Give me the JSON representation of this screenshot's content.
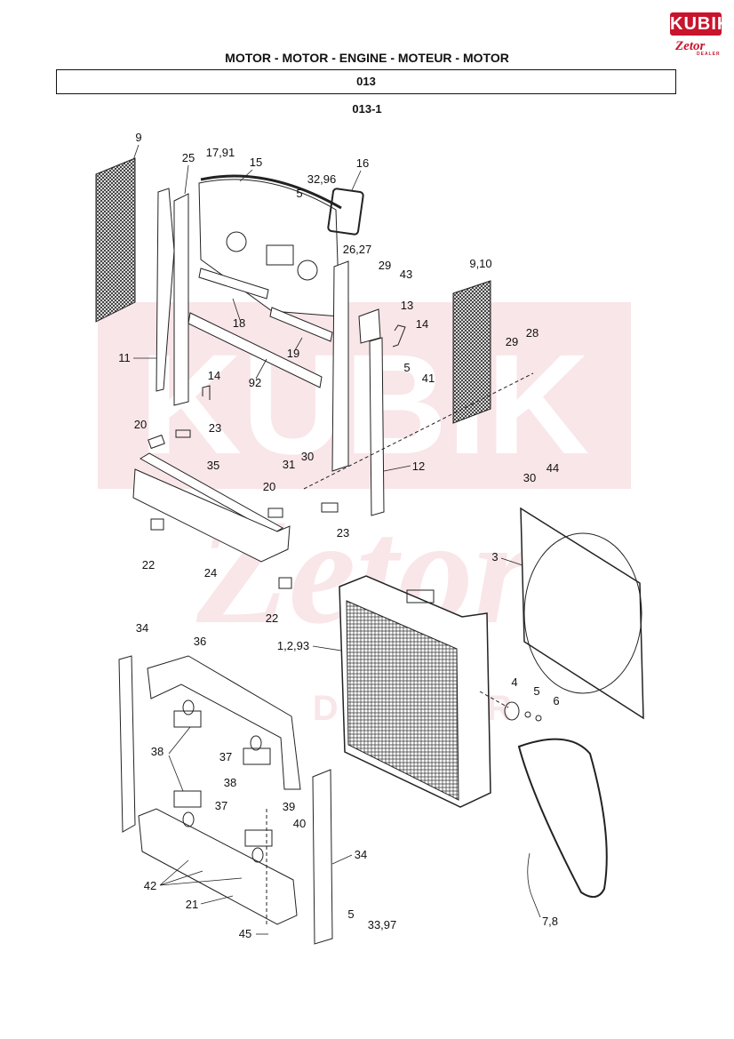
{
  "logo": {
    "brand": "KUBIK",
    "sub": "Zetor",
    "dealer": "DEALER"
  },
  "header": {
    "title": "MOTOR - MOTOR - ENGINE - MOTEUR - MOTOR",
    "section": "013",
    "subsection": "013-1"
  },
  "watermark": {
    "brand": "KUBIK",
    "sub": "Zetor",
    "dealer": "DEALER"
  },
  "callouts": {
    "c9": "9",
    "c25": "25",
    "c1791": "17,91",
    "c15": "15",
    "c3296": "32,96",
    "c16": "16",
    "c5a": "5",
    "c2627": "26,27",
    "c29a": "29",
    "c43": "43",
    "c910": "9,10",
    "c13": "13",
    "c14a": "14",
    "c29b": "29",
    "c28": "28",
    "c18": "18",
    "c19": "19",
    "c11": "11",
    "c92": "92",
    "c14b": "14",
    "c5b": "5",
    "c41": "41",
    "c20a": "20",
    "c23a": "23",
    "c35": "35",
    "c31": "31",
    "c30a": "30",
    "c12": "12",
    "c20b": "20",
    "c23b": "23",
    "c30b": "30",
    "c44": "44",
    "c22a": "22",
    "c24": "24",
    "c3": "3",
    "c22b": "22",
    "c34a": "34",
    "c36": "36",
    "c1293": "1,2,93",
    "c4": "4",
    "c5c": "5",
    "c6": "6",
    "c38a": "38",
    "c37a": "37",
    "c38b": "38",
    "c37b": "37",
    "c39": "39",
    "c40": "40",
    "c34b": "34",
    "c42": "42",
    "c21": "21",
    "c78": "7,8",
    "c45": "45",
    "c5d": "5",
    "c3397": "33,97"
  },
  "colors": {
    "line": "#222222",
    "brand": "#c8142c"
  }
}
